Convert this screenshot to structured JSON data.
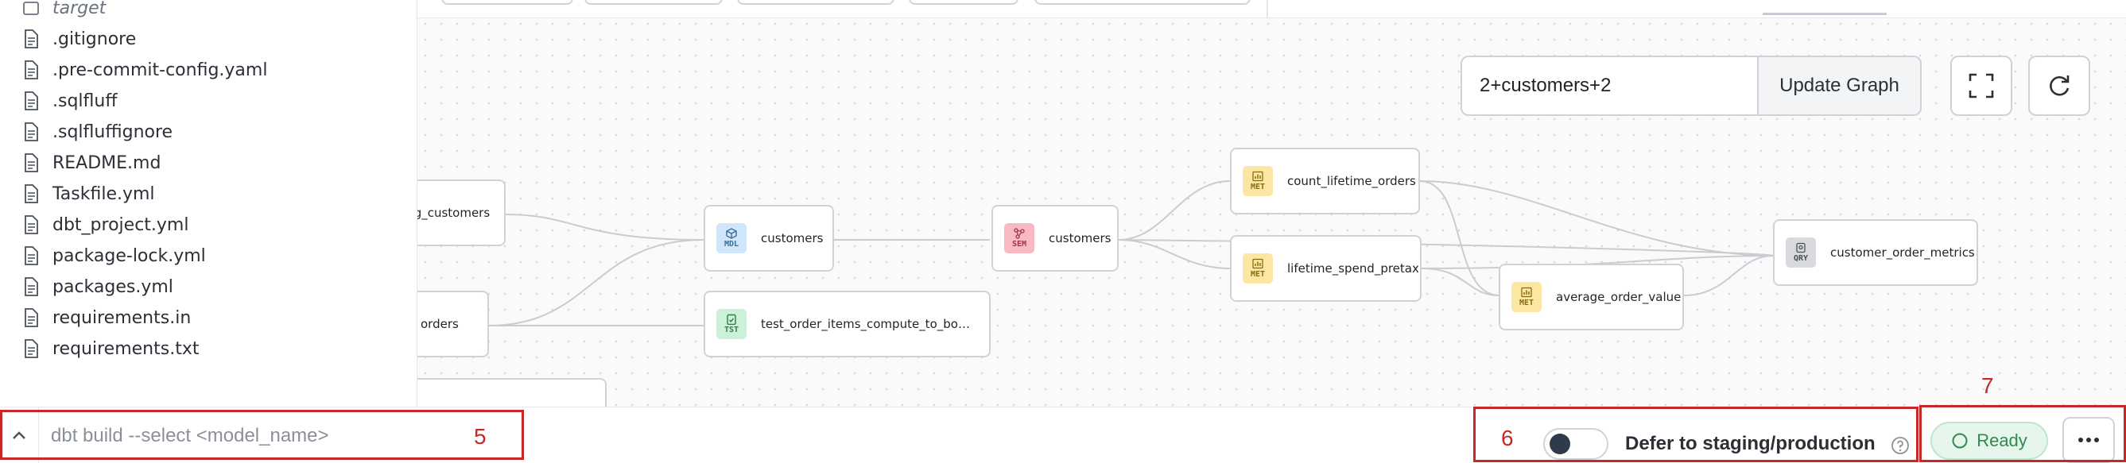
{
  "sidebar": {
    "files": [
      {
        "name": "target",
        "kind": "folder"
      },
      {
        "name": ".gitignore",
        "kind": "file"
      },
      {
        "name": ".pre-commit-config.yaml",
        "kind": "file"
      },
      {
        "name": ".sqlfluff",
        "kind": "file"
      },
      {
        "name": ".sqlfluffignore",
        "kind": "file"
      },
      {
        "name": "README.md",
        "kind": "file"
      },
      {
        "name": "Taskfile.yml",
        "kind": "file"
      },
      {
        "name": "dbt_project.yml",
        "kind": "file"
      },
      {
        "name": "package-lock.yml",
        "kind": "file"
      },
      {
        "name": "packages.yml",
        "kind": "file"
      },
      {
        "name": "requirements.in",
        "kind": "file"
      },
      {
        "name": "requirements.txt",
        "kind": "file"
      }
    ]
  },
  "graph": {
    "selector_value": "2+customers+2",
    "update_label": "Update Graph",
    "nodes": [
      {
        "id": "stg_customers",
        "label": "stg_customers",
        "badge": "",
        "cut": true
      },
      {
        "id": "orders",
        "label": "orders",
        "badge": "",
        "cut": true
      },
      {
        "id": "customers_mdl",
        "label": "customers",
        "badge": "MDL"
      },
      {
        "id": "test_node",
        "label": "test_order_items_compute_to_bools...",
        "badge": "TST"
      },
      {
        "id": "customers_sem",
        "label": "customers",
        "badge": "SEM"
      },
      {
        "id": "count_lifetime_orders",
        "label": "count_lifetime_orders",
        "badge": "MET"
      },
      {
        "id": "lifetime_spend_pretax",
        "label": "lifetime_spend_pretax",
        "badge": "MET"
      },
      {
        "id": "average_order_value",
        "label": "average_order_value",
        "badge": "MET"
      },
      {
        "id": "customer_order_metrics",
        "label": "customer_order_metrics",
        "badge": "QRY"
      }
    ]
  },
  "bottom": {
    "command_placeholder": "dbt build --select <model_name>",
    "defer_label": "Defer to staging/production",
    "status": "Ready"
  },
  "annotations": [
    "5",
    "6",
    "7"
  ],
  "colors": {
    "mdl_bg": "#cfe6fb",
    "mdl_fg": "#3a6d98",
    "tst_bg": "#cdf1d8",
    "tst_fg": "#2e7d47",
    "sem_bg": "#f8b9c2",
    "sem_fg": "#a33346",
    "met_bg": "#fbe7a3",
    "met_fg": "#8a6a0e",
    "qry_bg": "#d8dadd",
    "qry_fg": "#4b5058",
    "annotation": "#c62828",
    "ready_fg": "#2f8a4c"
  }
}
